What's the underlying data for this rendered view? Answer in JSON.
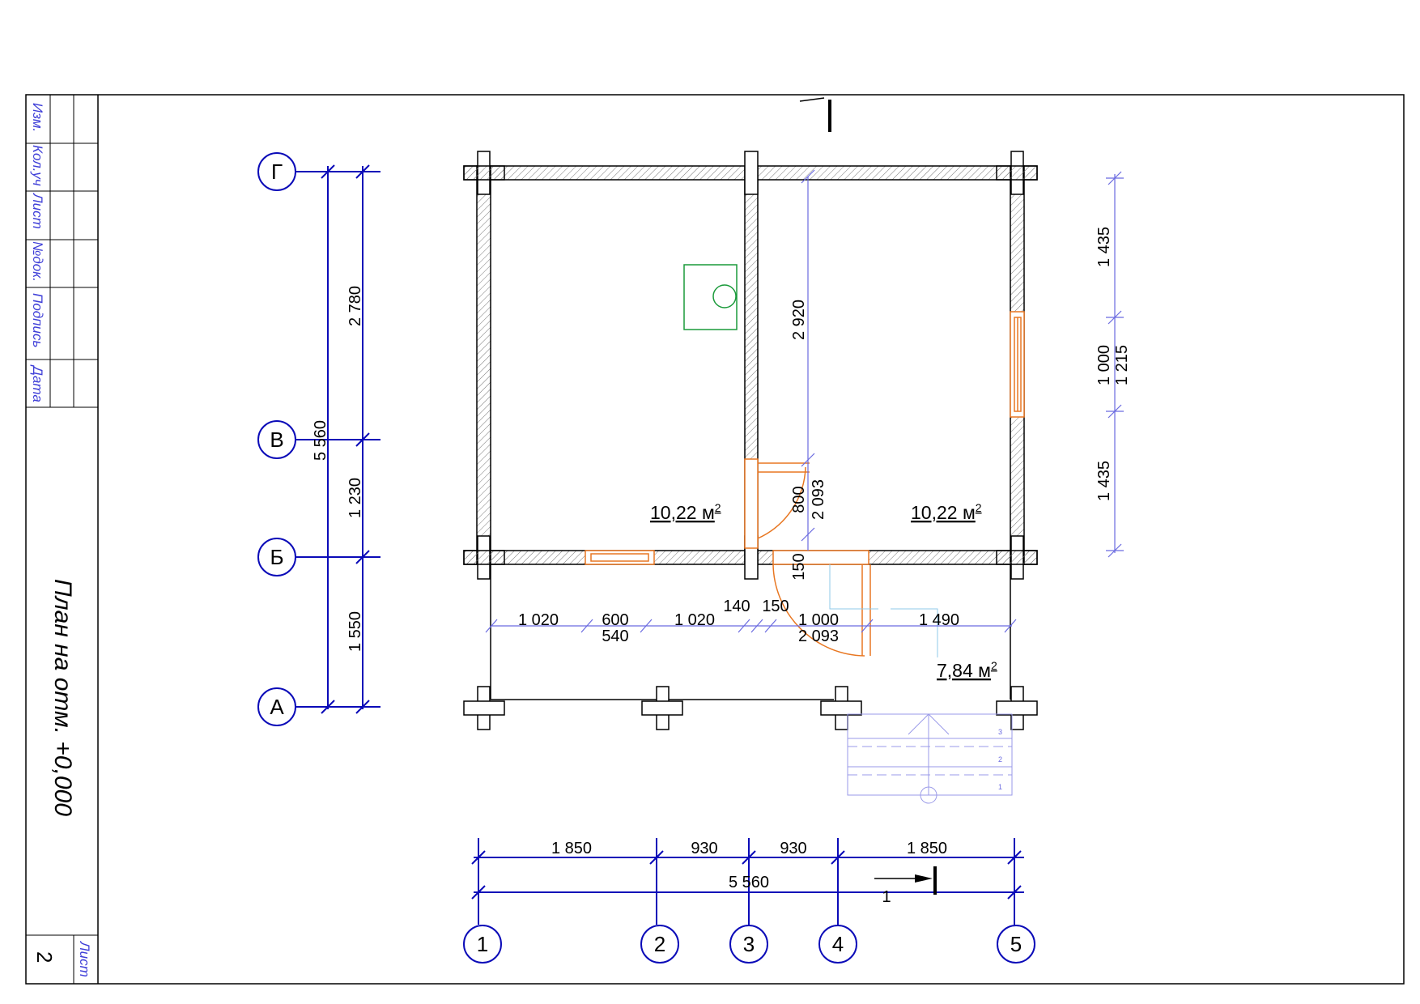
{
  "title_block": {
    "columns": [
      "Изм.",
      "Кол.уч",
      "Лист",
      "№док.",
      "Подпись",
      "Дата"
    ],
    "sheet_title": "План на отм. +0,000",
    "sheet_label": "Лист",
    "sheet_number": "2"
  },
  "axes": {
    "vertical": [
      "1",
      "2",
      "3",
      "4",
      "5"
    ],
    "horizontal": [
      "Г",
      "В",
      "Б",
      "А"
    ]
  },
  "dims_left": {
    "total": "5 560",
    "g_v": "2 780",
    "v_b": "1 230",
    "b_a": "1 550"
  },
  "dims_right": {
    "top": "1 435",
    "window": "1 000",
    "window_alt": "1 215",
    "bottom": "1 435"
  },
  "dims_bottom": {
    "d12": "1 850",
    "d23": "930",
    "d34": "930",
    "d45": "1 850",
    "total": "5 560"
  },
  "dims_interior": {
    "room_height": "2 920",
    "door_w": "800",
    "door_h": "2 093",
    "wall_offset": "150",
    "p1": "1 020",
    "p2": "600",
    "p2b": "540",
    "p3": "1 020",
    "p4": "140",
    "p5": "150",
    "p6": "1 000",
    "p6b": "2 093",
    "p7": "1 490"
  },
  "areas": {
    "room1": "10,22 м",
    "room2": "10,22 м",
    "porch": "7,84 м",
    "unit_sup": "2"
  },
  "section_mark": "1",
  "stair_steps": [
    "1",
    "2",
    "3"
  ],
  "colors": {
    "axis": "#0b0bb8",
    "dim": "#6a6ae0",
    "door": "#e87722",
    "stove": "#1a9a3a",
    "wall": "#000000",
    "stamp_text": "#3f3fd8"
  }
}
